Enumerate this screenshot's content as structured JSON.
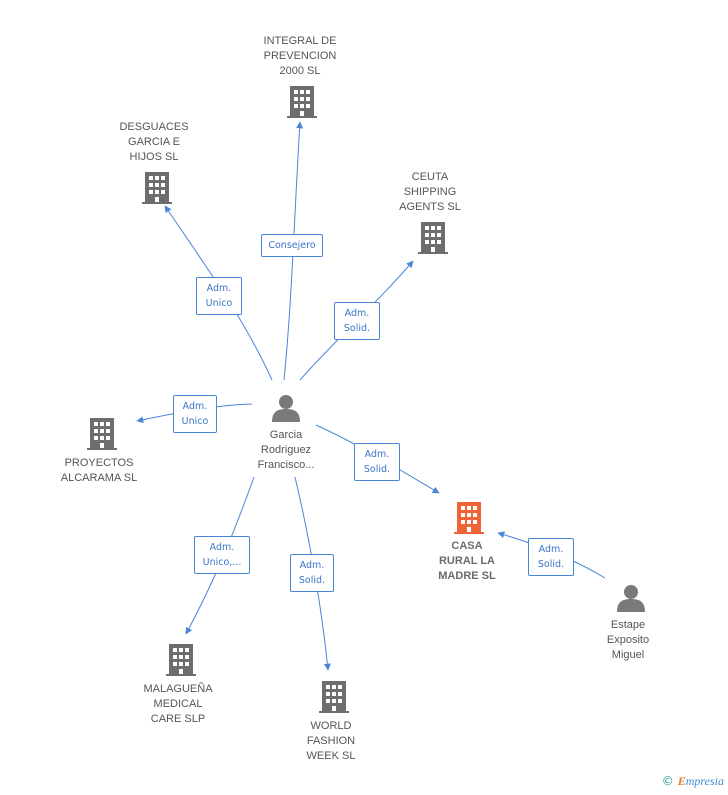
{
  "nodes": {
    "integral": {
      "label": "INTEGRAL DE\nPREVENCION\n2000 SL",
      "kind": "company"
    },
    "desguaces": {
      "label": "DESGUACES\nGARCIA E\nHIJOS  SL",
      "kind": "company"
    },
    "ceuta": {
      "label": "CEUTA\nSHIPPING\nAGENTS SL",
      "kind": "company"
    },
    "proyectos": {
      "label": "PROYECTOS\nALCARAMA SL",
      "kind": "company"
    },
    "casa": {
      "label": "CASA\nRURAL LA\nMADRE SL",
      "kind": "company-highlight"
    },
    "malaguena": {
      "label": "MALAGUEÑA\nMEDICAL\nCARE SLP",
      "kind": "company"
    },
    "world": {
      "label": "WORLD\nFASHION\nWEEK SL",
      "kind": "company"
    },
    "garcia": {
      "label": "Garcia\nRodriguez\nFrancisco...",
      "kind": "person"
    },
    "estape": {
      "label": "Estape\nExposito\nMiguel",
      "kind": "person"
    }
  },
  "relations": {
    "consejero": "Consejero",
    "adm_unico_desguaces": "Adm.\nUnico",
    "adm_solid_ceuta": "Adm.\nSolid.",
    "adm_unico_proyectos": "Adm.\nUnico",
    "adm_solid_casa": "Adm.\nSolid.",
    "adm_unico_malaguena": "Adm.\nUnico,...",
    "adm_solid_world": "Adm.\nSolid.",
    "adm_solid_estape": "Adm.\nSolid."
  },
  "colors": {
    "edge": "#4a86d8",
    "company_icon": "#6e6e6e",
    "highlight_icon": "#f0643a",
    "person_icon": "#7a7a7a"
  },
  "footer": {
    "copyright": "©",
    "brand_initial": "E",
    "brand_rest": "mpresia"
  }
}
